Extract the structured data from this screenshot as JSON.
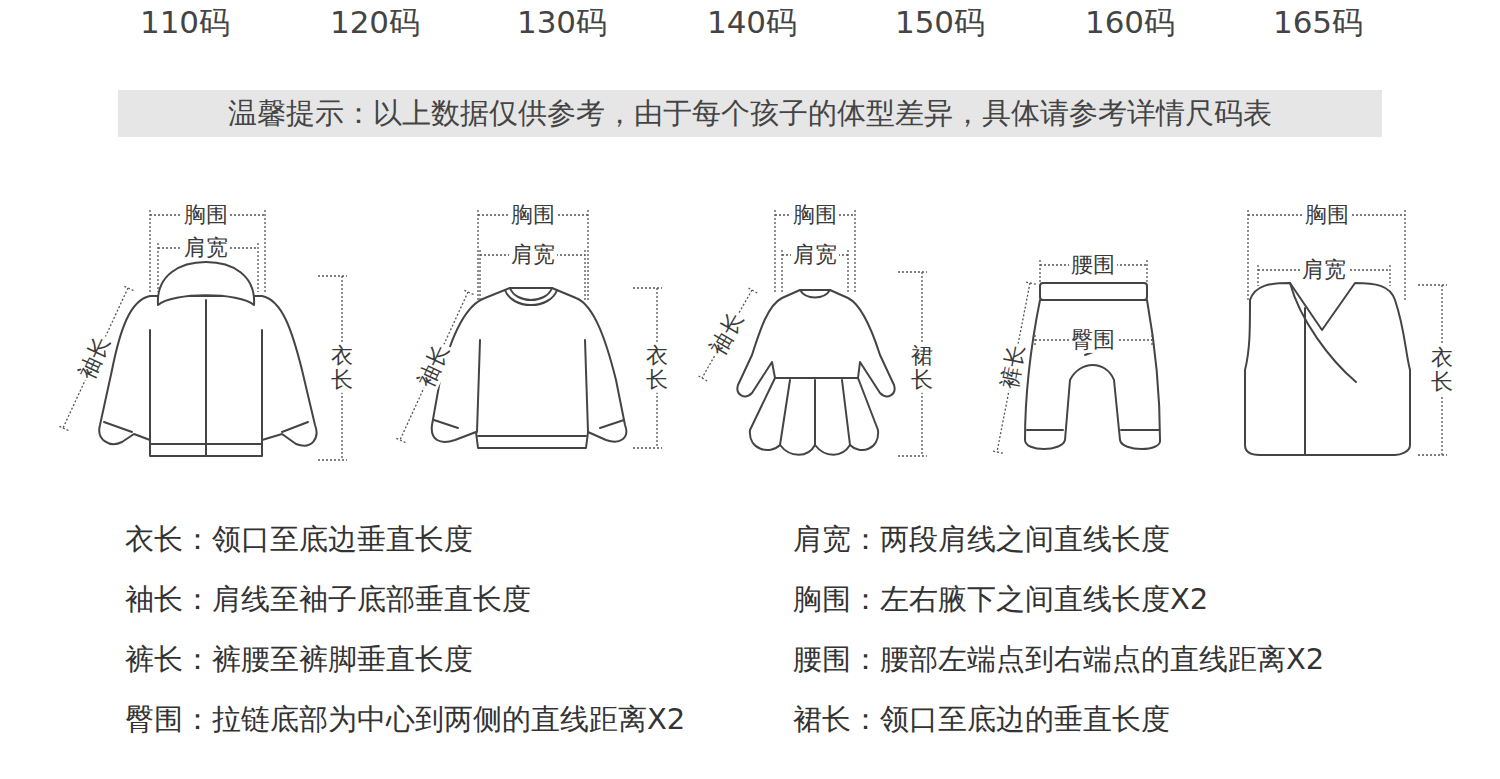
{
  "diagram": {
    "nodes": [
      {
        "text": [
          "温馨提示：以上数据仅供参考，由于每个孩子的体型差异，具体请参考详情尺码表"
        ]
      }
    ],
    "labels": [
      "110码",
      "120码",
      "130码",
      "140码",
      "150码",
      "160码",
      "165码",
      "胸围",
      "肩宽",
      "袖长",
      "衣长",
      "胸围",
      "肩宽",
      "袖长",
      "衣长",
      "胸围",
      "肩宽",
      "袖长",
      "裙长",
      "腰围",
      "臀围",
      "裤长",
      "胸围",
      "肩宽",
      "衣长",
      "衣长：领口至底边垂直长度",
      "肩宽：两段肩线之间直线长度",
      "袖长：肩线至袖子底部垂直长度",
      "胸围：左右腋下之间直线长度X2",
      "裤长：裤腰至裤脚垂直长度",
      "腰围：腰部左端点到右端点的直线距离X2",
      "臀围：拉链底部为中心到两侧的直线距离X2",
      "裙长：领口至底边的垂直长度"
    ]
  }
}
